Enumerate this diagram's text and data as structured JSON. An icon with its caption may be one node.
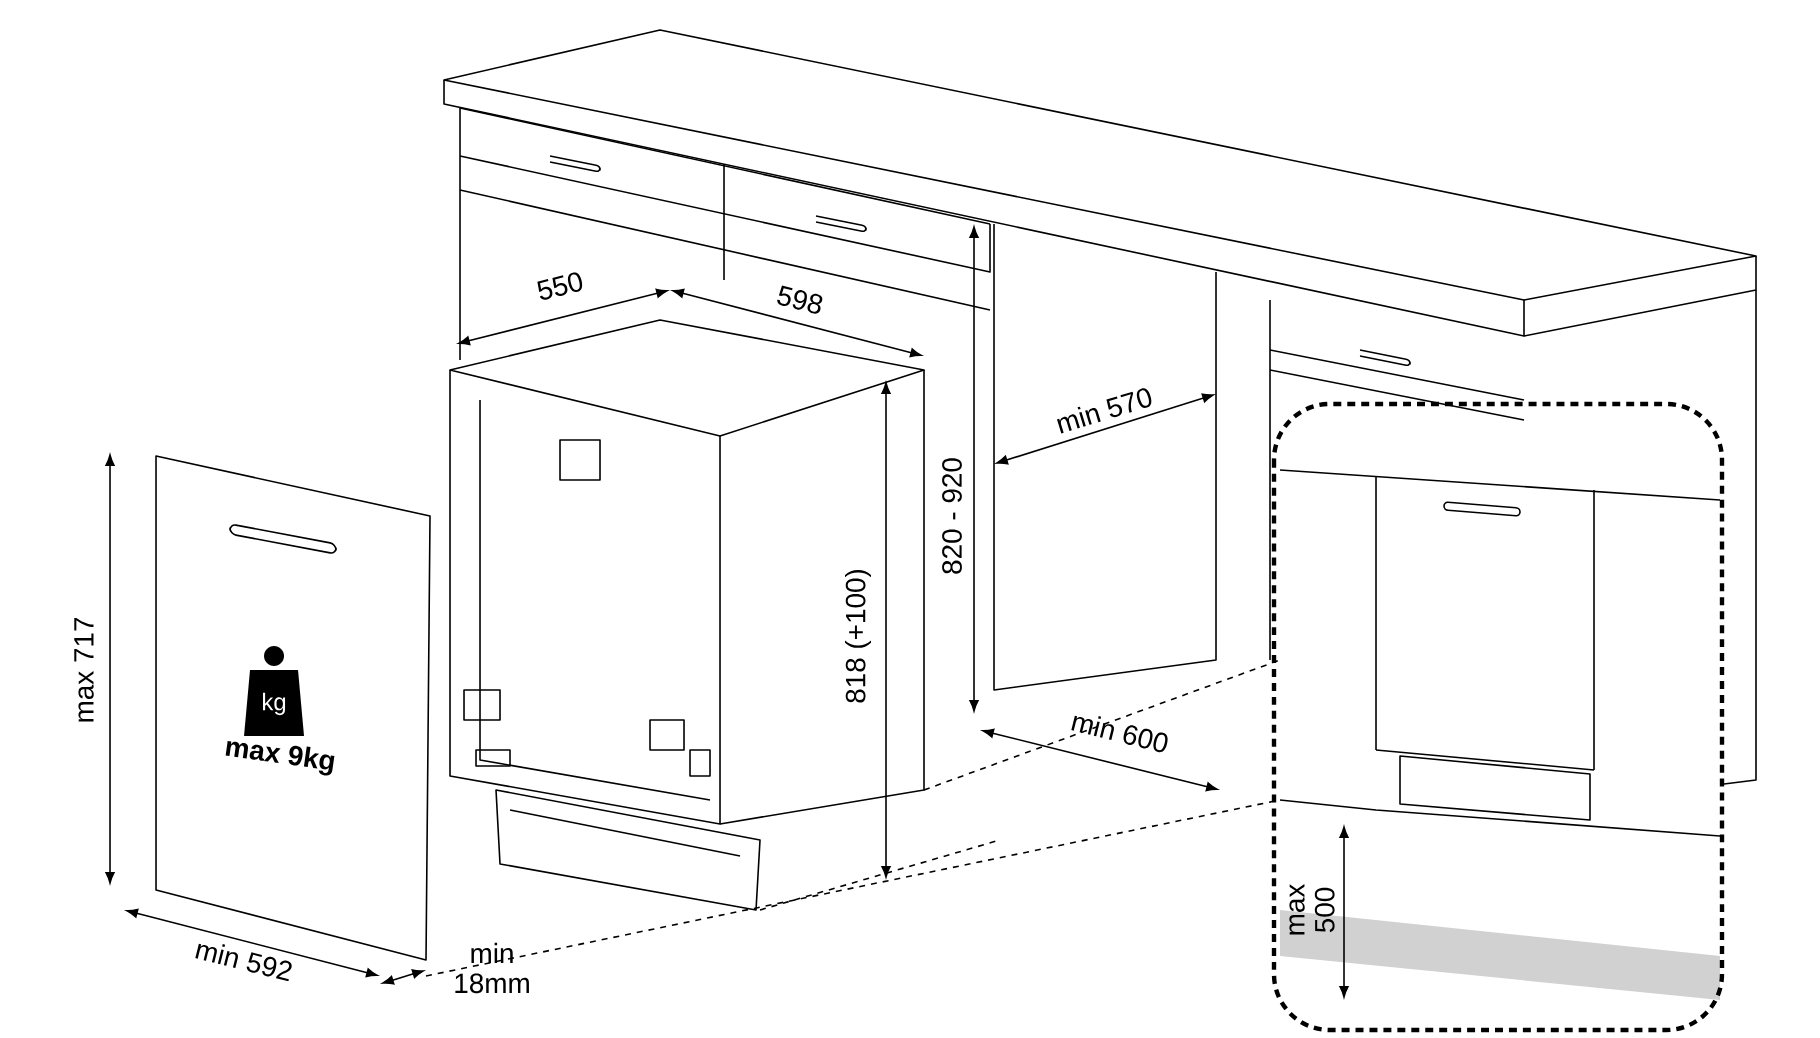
{
  "diagram": {
    "labels": [
      "550",
      "598",
      "820 - 920",
      "min 570",
      "818 (+100)",
      "min 600",
      "max 717",
      "kg",
      "max 9kg",
      "max 500",
      "min 592",
      "min 18mm"
    ]
  }
}
